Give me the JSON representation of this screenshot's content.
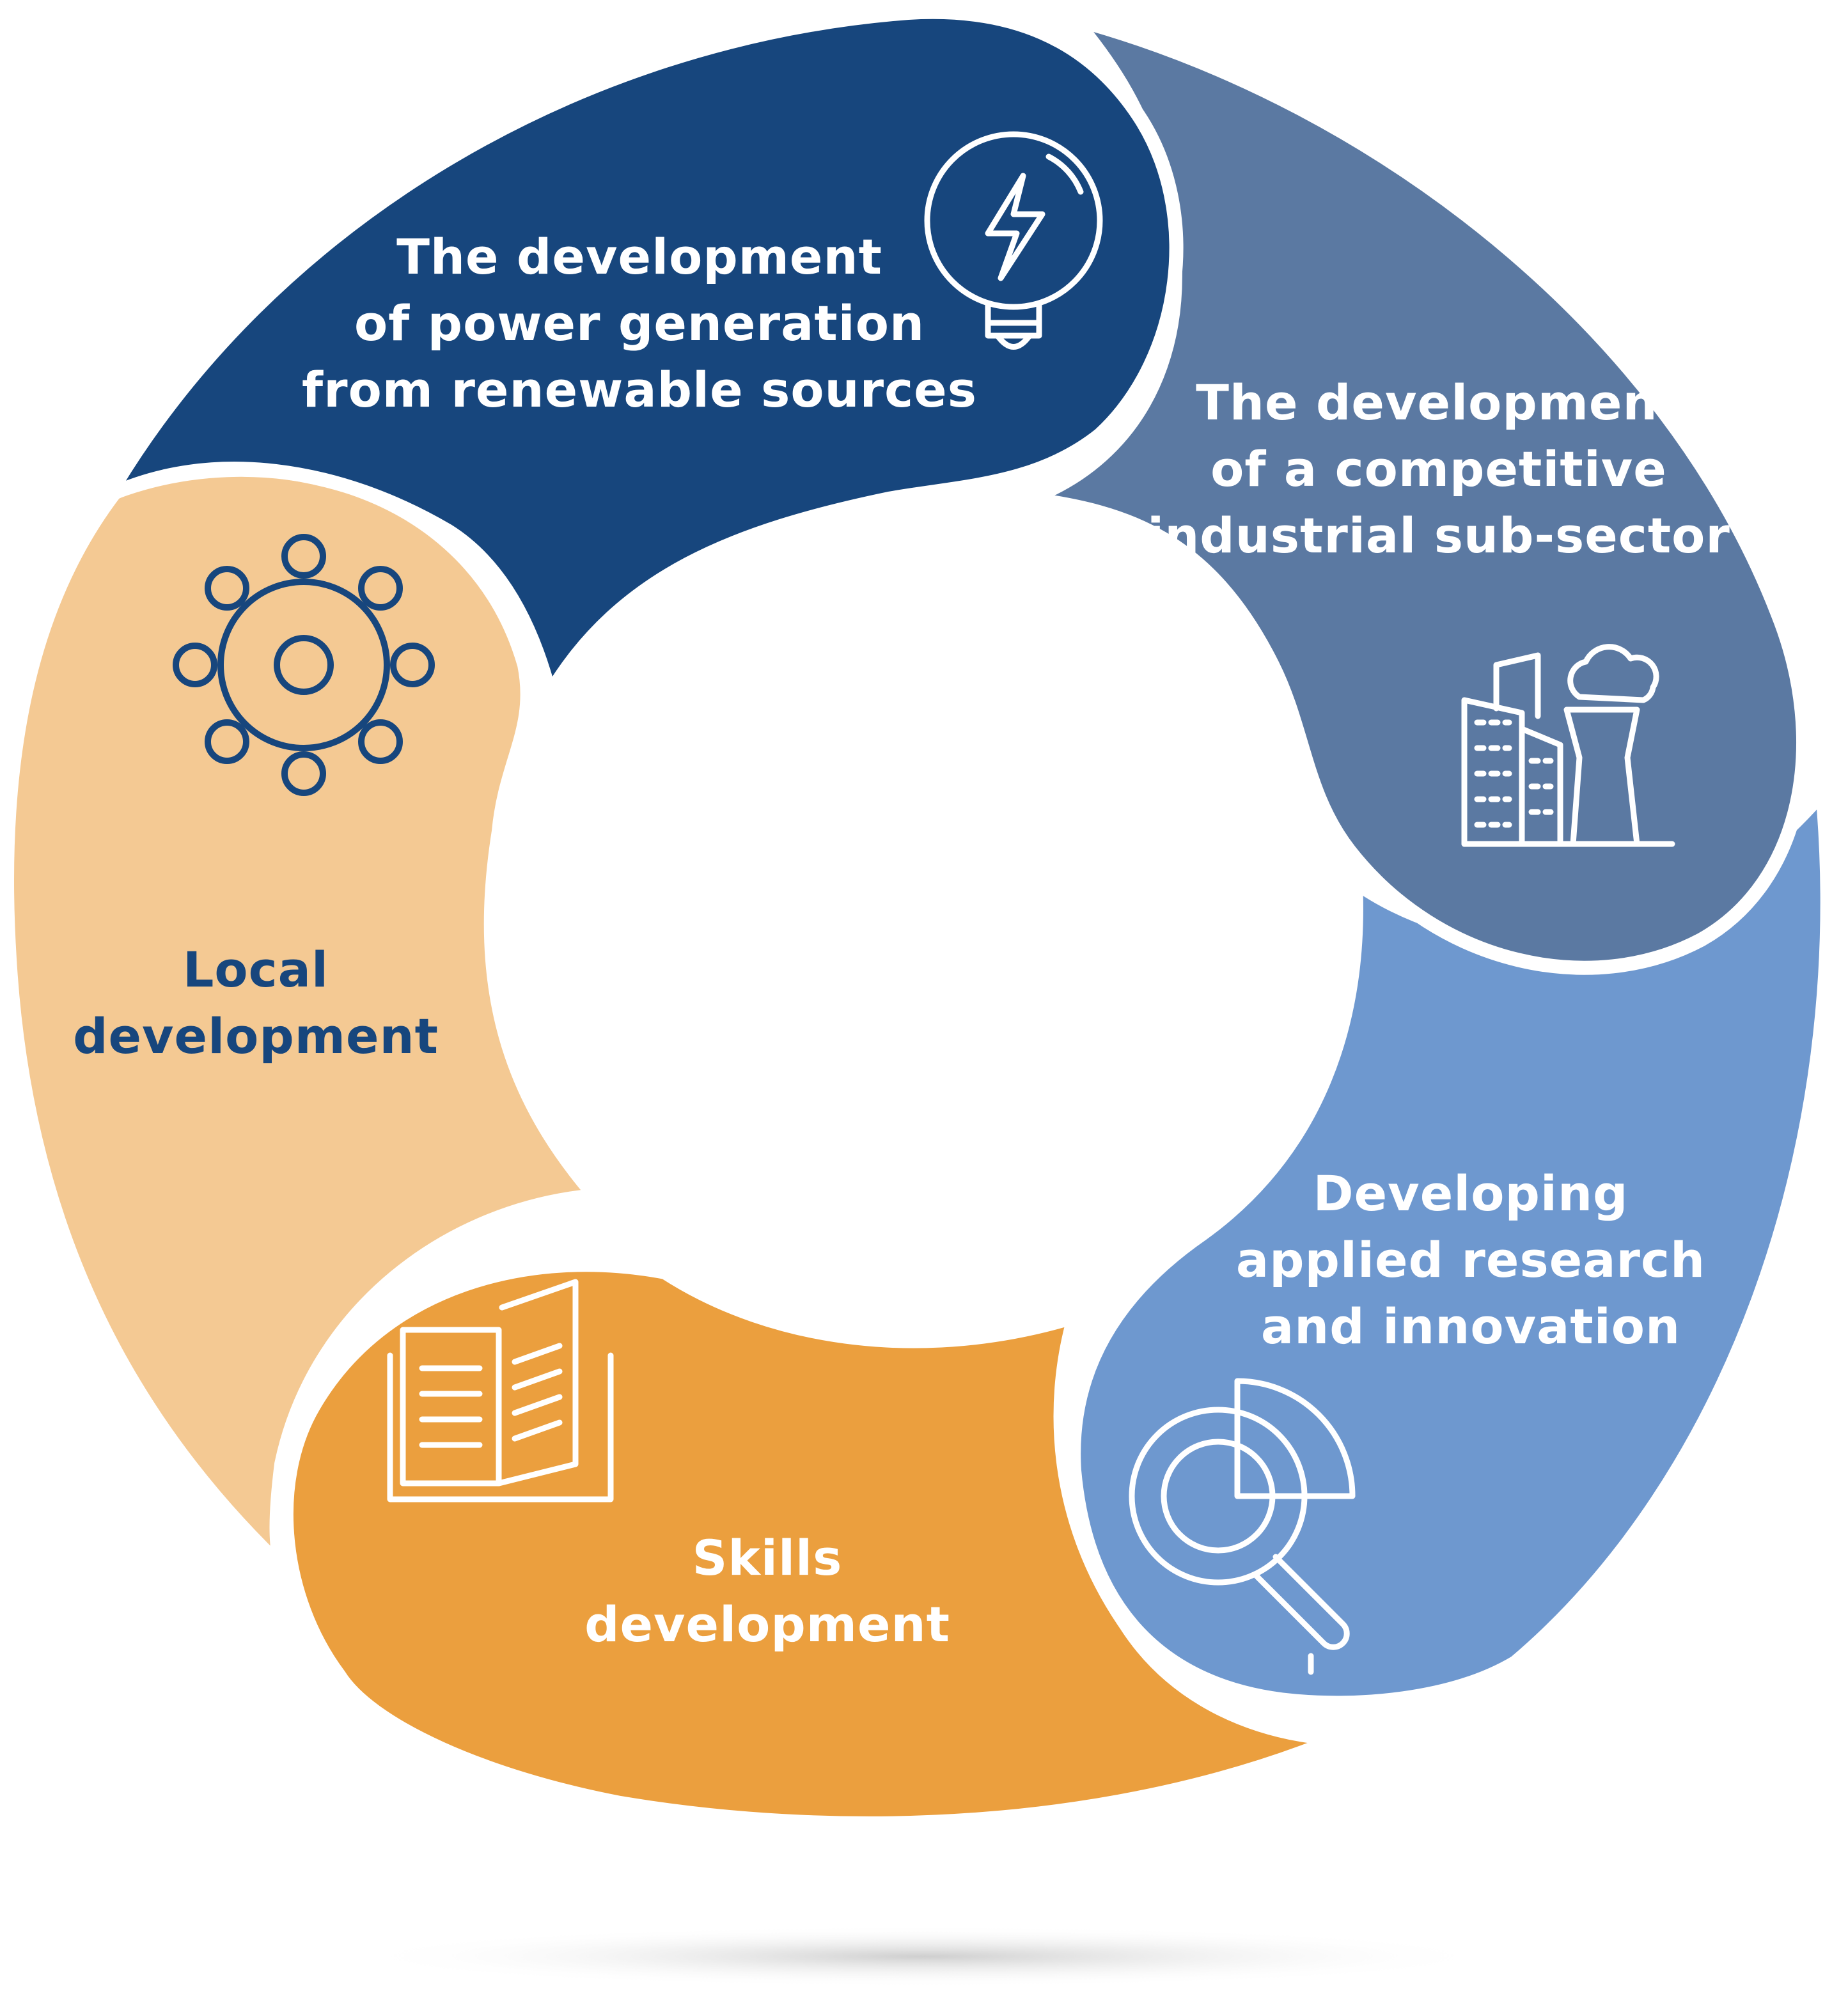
{
  "colors": {
    "background": "#ffffff",
    "dark_blue": "#17467d",
    "slate_blue": "#5b79a2",
    "light_blue": "#6e98cf",
    "orange": "#eb9f3e",
    "peach": "#f4c993",
    "light_text": "#ffffff",
    "dark_text": "#17467d"
  },
  "segments": [
    {
      "id": "renewables",
      "lines": [
        "The development",
        "of power generation",
        "from renewable sources"
      ],
      "icon": "lightbulb-lightning-icon"
    },
    {
      "id": "industrial",
      "lines": [
        "The development",
        "of a competitive",
        "industrial sub-sector"
      ],
      "icon": "factory-buildings-icon"
    },
    {
      "id": "research",
      "lines": [
        "Developing",
        "applied research",
        "and innovation"
      ],
      "icon": "magnifier-pie-chart-icon"
    },
    {
      "id": "skills",
      "lines": [
        "Skills",
        "development"
      ],
      "icon": "open-book-icon"
    },
    {
      "id": "local",
      "lines": [
        "Local",
        "development"
      ],
      "icon": "gear-icon"
    }
  ]
}
